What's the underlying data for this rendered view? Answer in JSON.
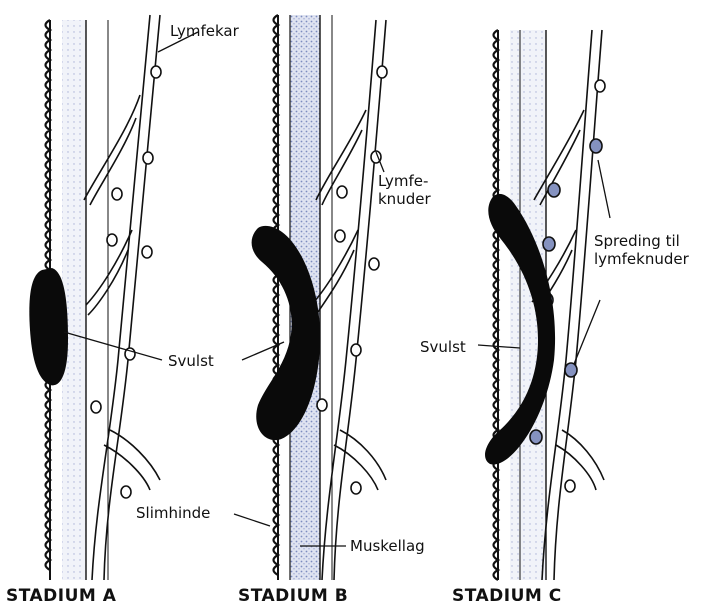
{
  "labels": {
    "lymfekar": "Lymfekar",
    "lymfeknuder": "Lymfe-\nknuder",
    "svulst_a": "Svulst",
    "slimhinde": "Slimhinde",
    "muskellag": "Muskellag",
    "svulst_c": "Svulst",
    "spreding": "Spreding til\nlymfeknuder"
  },
  "stages": {
    "a": "STADIUM A",
    "b": "STADIUM B",
    "c": "STADIUM C"
  },
  "colors": {
    "ink": "#111111",
    "muscle_stipple": "#7d8bbf",
    "tumor": "#0a0a0a",
    "spread_node": "#8592c0"
  }
}
